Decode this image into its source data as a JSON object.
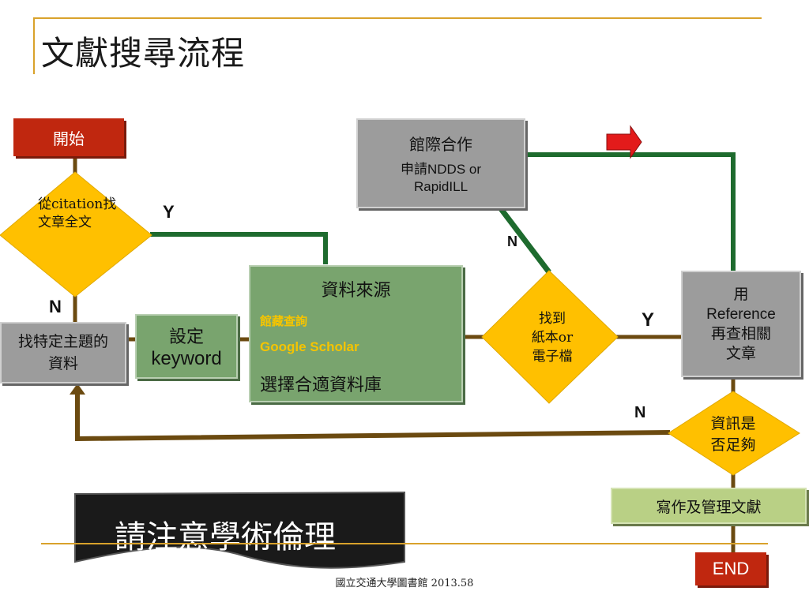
{
  "title": "文獻搜尋流程",
  "nodes": {
    "start": "開始",
    "decision_citation": "從citation找文章全文",
    "interlibrary_title": "館際合作",
    "interlibrary_sub_line1": "申請NDDS or",
    "interlibrary_sub_line2": "RapidILL",
    "topic": "找特定主題的資料",
    "keyword_line1": "設定",
    "keyword_line2": "keyword",
    "sources_title": "資料來源",
    "sources_item1": "館藏查詢",
    "sources_item2": "Google Scholar",
    "sources_item3": "選擇合適資料庫",
    "decision_found_line1": "找到",
    "decision_found_line2": "紙本or",
    "decision_found_line3": "電子檔",
    "reference_line1": "用",
    "reference_line2": "Reference",
    "reference_line3": "再查相關",
    "reference_line4": "文章",
    "decision_enough_line1": "資訊是",
    "decision_enough_line2": "否足夠",
    "write": "寫作及管理文獻",
    "end": "END"
  },
  "edge_labels": {
    "citation_yes": "Y",
    "citation_no": "N",
    "found_no": "N",
    "found_yes": "Y",
    "enough_no": "N"
  },
  "ethics_banner": "請注意學術倫理",
  "footer": "國立交通大學圖書館 2013.58",
  "colors": {
    "start_end": "#c0270f",
    "decision": "#ffc000",
    "gray_box": "#9c9c9c",
    "green_box": "#79a46e",
    "write_box": "#b9d085",
    "green_line": "#1e6b2e",
    "brown_line": "#6b4a10",
    "accent_line": "#d9a22b"
  }
}
